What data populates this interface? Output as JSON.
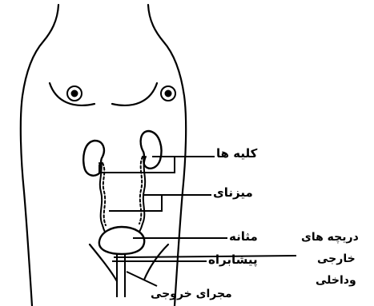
{
  "labels": {
    "kidneys": "کلیه ها",
    "ureters": "میزنای",
    "bladder": "مثانه",
    "urethra": "پیشابراه",
    "urethral_exit": "مجرای خروجی",
    "sphincters_title": "دریچه های",
    "sphincters_external": "خارجی",
    "sphincters_internal": "وداخلی"
  }
}
